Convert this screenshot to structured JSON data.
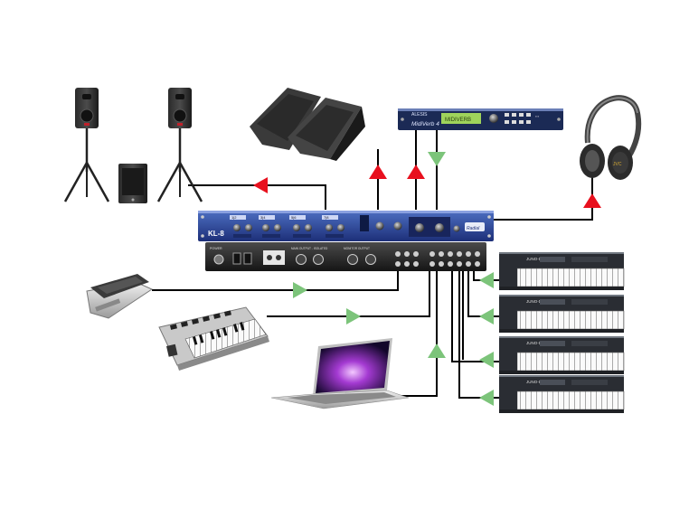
{
  "mixer": {
    "model": "KL-8",
    "brand": "Radial",
    "channel_badges": [
      "1|2",
      "3|4",
      "5|6",
      "7|8"
    ],
    "power_label": "POWER",
    "sections": [
      "MAIN OUTPUT - ISOLATED",
      "MONITOR OUTPUT"
    ]
  },
  "effects_unit": {
    "brand": "ALESIS",
    "model": "MidiVerb 4",
    "display": "MIDIVERB"
  },
  "keyboard_model": "JUNO-D",
  "headphones_brand": "JVC",
  "arrow_colors": {
    "output": "#e8101e",
    "input": "#7cc47a"
  },
  "wire_color": "#000000"
}
